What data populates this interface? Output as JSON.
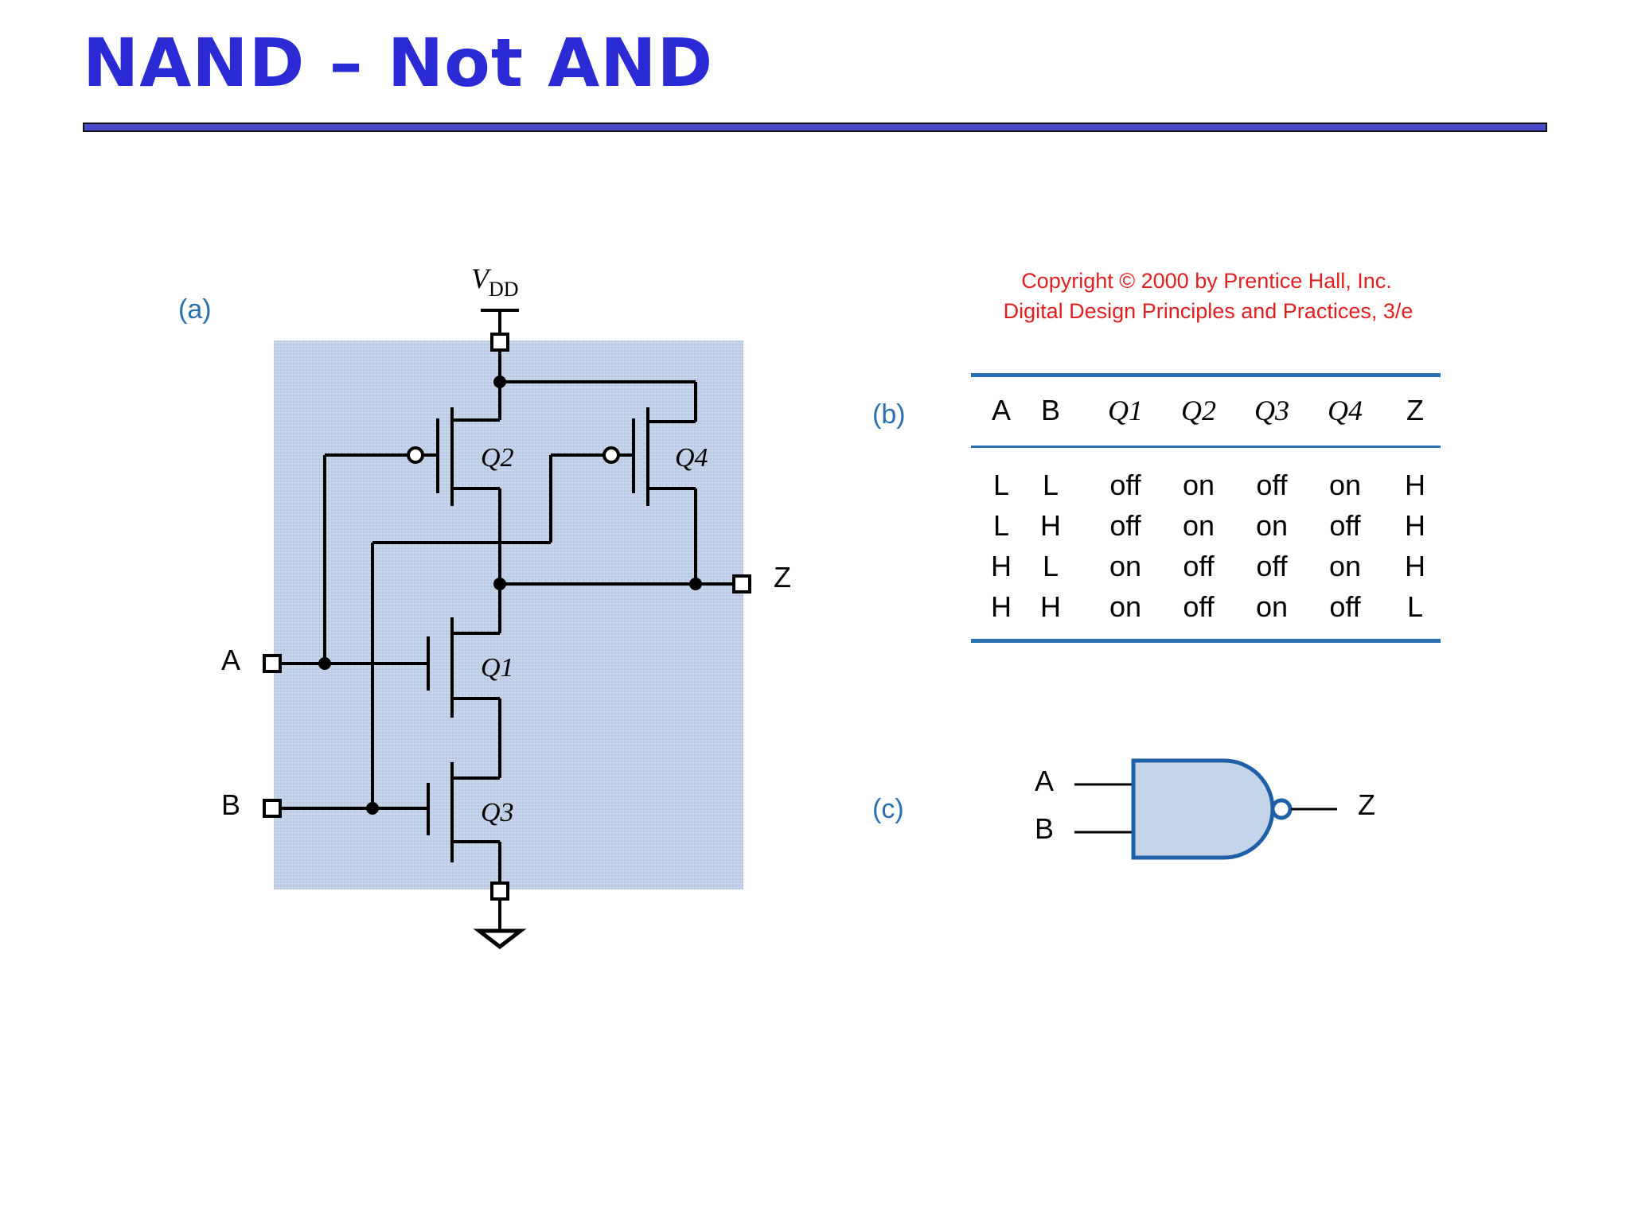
{
  "slide": {
    "title": "NAND – Not AND"
  },
  "colors": {
    "title": "#2b2bd6",
    "rule": "#4a4ad0",
    "panel": "#c6d4ea",
    "gate": "#c6d4ea",
    "gate_stroke": "#1f5fa8",
    "copyright": "#e02020",
    "part_label": "#2a6fb0",
    "table_rule": "#2a6fb0"
  },
  "figure": {
    "part_a": "(a)",
    "part_b": "(b)",
    "part_c": "(c)",
    "copyright_line1": "Copyright © 2000 by Prentice Hall, Inc.",
    "copyright_line2": "Digital Design Principles and Practices, 3/e"
  },
  "circuit": {
    "vdd": "V",
    "vdd_sub": "DD",
    "input_a": "A",
    "input_b": "B",
    "output": "Z",
    "transistors": {
      "q1": "Q1",
      "q2": "Q2",
      "q3": "Q3",
      "q4": "Q4"
    }
  },
  "truth_table": {
    "headers": [
      "A",
      "B",
      "Q1",
      "Q2",
      "Q3",
      "Q4",
      "Z"
    ],
    "rows": [
      [
        "L",
        "L",
        "off",
        "on",
        "off",
        "on",
        "H"
      ],
      [
        "L",
        "H",
        "off",
        "on",
        "on",
        "off",
        "H"
      ],
      [
        "H",
        "L",
        "on",
        "off",
        "off",
        "on",
        "H"
      ],
      [
        "H",
        "H",
        "on",
        "off",
        "on",
        "off",
        "L"
      ]
    ]
  },
  "gate_symbol": {
    "input_a": "A",
    "input_b": "B",
    "output": "Z"
  }
}
